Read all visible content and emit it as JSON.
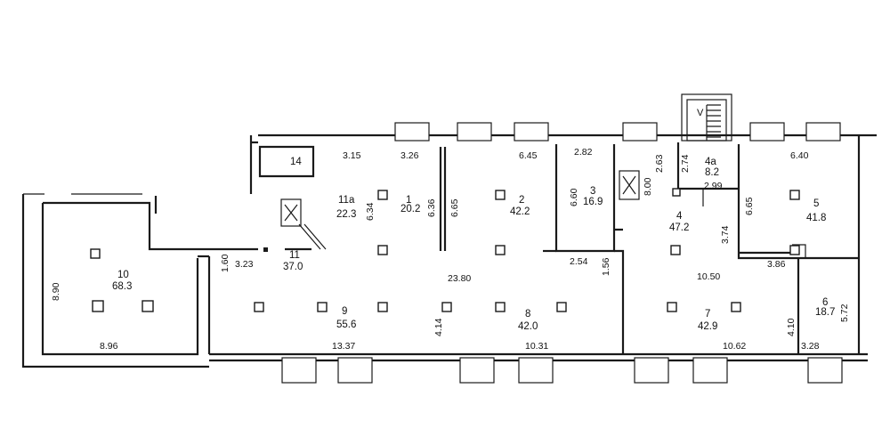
{
  "rooms": [
    {
      "id": "1",
      "area": "20.2"
    },
    {
      "id": "2",
      "area": "42.2"
    },
    {
      "id": "3",
      "area": "16.9"
    },
    {
      "id": "4",
      "area": "47.2"
    },
    {
      "id": "4a",
      "area": "8.2"
    },
    {
      "id": "5",
      "area": "41.8"
    },
    {
      "id": "6",
      "area": "18.7"
    },
    {
      "id": "7",
      "area": "42.9"
    },
    {
      "id": "8",
      "area": "42.0"
    },
    {
      "id": "9",
      "area": "55.6"
    },
    {
      "id": "10",
      "area": "68.3"
    },
    {
      "id": "11",
      "area": "37.0"
    },
    {
      "id": "11a",
      "area": "22.3"
    },
    {
      "id": "14",
      "area": ""
    }
  ],
  "dimensions": {
    "d_3_15": "3.15",
    "d_3_26": "3.26",
    "d_6_45": "6.45",
    "d_2_82": "2.82",
    "d_2_63": "2.63",
    "d_2_74": "2.74",
    "d_8_00": "8.00",
    "d_2_99": "2.99",
    "d_6_40": "6.40",
    "d_6_65a": "6.65",
    "d_6_34": "6.34",
    "d_6_36": "6.36",
    "d_6_65b": "6.65",
    "d_6_60": "6.60",
    "d_3_74": "3.74",
    "d_1_60": "1.60",
    "d_3_23": "3.23",
    "d_23_80": "23.80",
    "d_2_54": "2.54",
    "d_1_56": "1.56",
    "d_10_50": "10.50",
    "d_3_86": "3.86",
    "d_5_72": "5.72",
    "d_4_14": "4.14",
    "d_4_10": "4.10",
    "d_13_37": "13.37",
    "d_10_31": "10.31",
    "d_10_62": "10.62",
    "d_3_28": "3.28",
    "d_8_90": "8.90",
    "d_8_96": "8.96"
  },
  "stair_label": "V"
}
